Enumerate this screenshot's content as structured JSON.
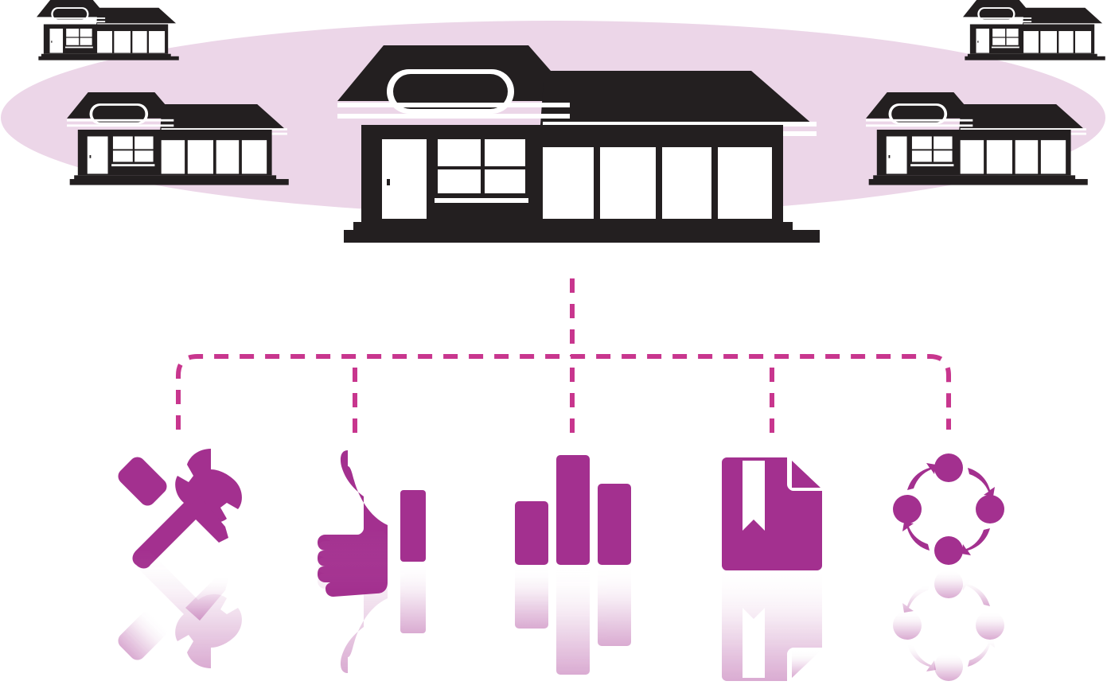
{
  "colors": {
    "background": "#ffffff",
    "ellipse": "#ecd6e8",
    "store": "#231f20",
    "store_detail": "#ffffff",
    "icon": "#a3308f",
    "connector": "#c8368e",
    "reflection_start": "#a3308f",
    "reflection_end": "#ffffff"
  },
  "diagram": {
    "central_node": {
      "icon": "storefront-icon",
      "role": "main-store"
    },
    "satellite_stores": [
      {
        "icon": "storefront-icon",
        "position": "top-left"
      },
      {
        "icon": "storefront-icon",
        "position": "left"
      },
      {
        "icon": "storefront-icon",
        "position": "top-right"
      },
      {
        "icon": "storefront-icon",
        "position": "right"
      }
    ],
    "connector_style": "dashed",
    "branches": [
      {
        "icon": "tools-icon"
      },
      {
        "icon": "thumbs-up-icon"
      },
      {
        "icon": "bar-chart-icon"
      },
      {
        "icon": "bookmark-document-icon"
      },
      {
        "icon": "cycle-icon"
      }
    ]
  }
}
